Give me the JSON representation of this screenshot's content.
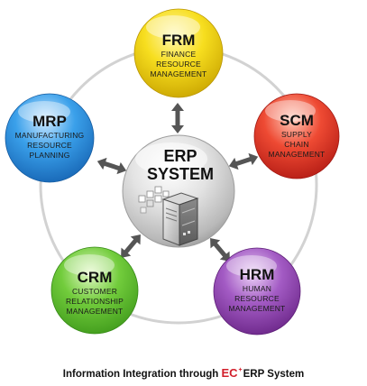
{
  "center": {
    "line1": "ERP",
    "line2": "SYSTEM"
  },
  "nodes": [
    {
      "id": "frm",
      "abbr": "FRM",
      "lines": [
        "FINANCE",
        "RESOURCE",
        "MANAGEMENT"
      ],
      "color": "#f5d40a"
    },
    {
      "id": "scm",
      "abbr": "SCM",
      "lines": [
        "SUPPLY",
        "CHAIN",
        "MANAGEMENT"
      ],
      "color": "#e6322a"
    },
    {
      "id": "hrm",
      "abbr": "HRM",
      "lines": [
        "HUMAN",
        "RESOURCE",
        "MANAGEMENT"
      ],
      "color": "#8a3fa8"
    },
    {
      "id": "crm",
      "abbr": "CRM",
      "lines": [
        "CUSTOMER",
        "RELATIONSHIP",
        "MANAGEMENT"
      ],
      "color": "#5cbf2f"
    },
    {
      "id": "mrp",
      "abbr": "MRP",
      "lines": [
        "MANUFACTURING",
        "RESOURCE",
        "PLANNING"
      ],
      "color": "#2a8fe0"
    }
  ],
  "caption": {
    "prefix": "Information Integration through ",
    "brand": "EC",
    "superscript": "+",
    "suffix": "ERP System"
  }
}
